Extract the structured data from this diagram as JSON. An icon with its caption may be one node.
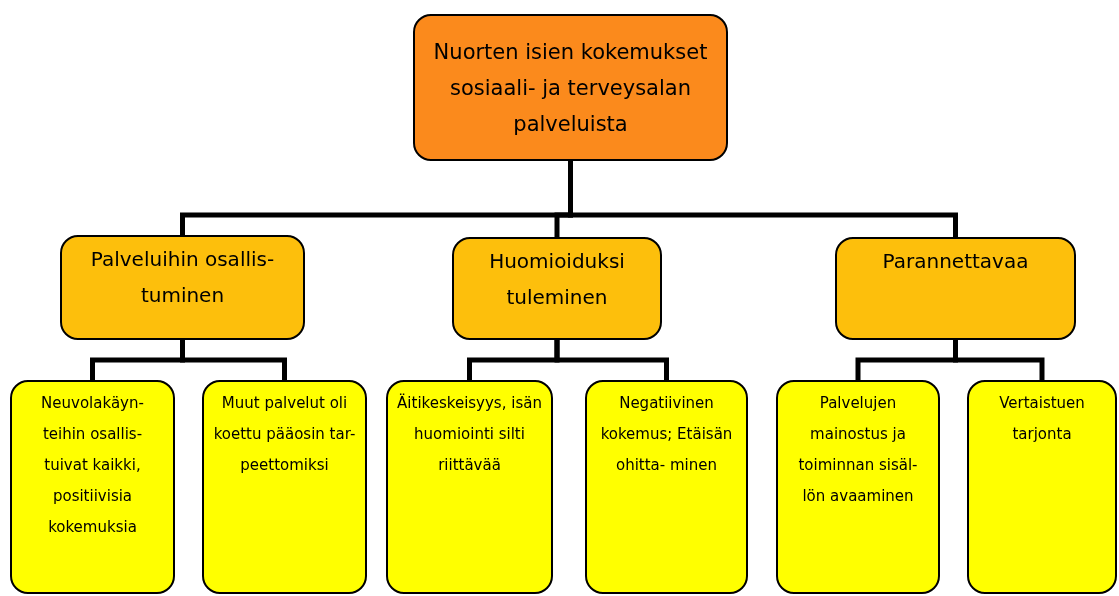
{
  "diagram": {
    "nodes": [
      {
        "text": [
          "Nuorten isien kokemukset sosiaali- ja terveysalan palveluista"
        ]
      },
      {
        "text": [
          "Palveluihin osallis- tuminen"
        ]
      },
      {
        "text": [
          "Huomioiduksi tuleminen"
        ]
      },
      {
        "text": [
          "Parannettavaa"
        ]
      },
      {
        "text": [
          "Neuvolakäyn- teihin osallis- tuivat kaikki, positiivisia kokemuksia"
        ]
      },
      {
        "text": [
          "Muut palvelut oli koettu pääosin tar- peettomiksi"
        ]
      },
      {
        "text": [
          "Äitikeskeisyys, isän huomiointi silti riittävää"
        ]
      },
      {
        "text": [
          "Negatiivinen kokemus; Etäisän ohitta- minen"
        ]
      },
      {
        "text": [
          "Palvelujen mainostus ja toiminnan sisäl- lön avaaminen"
        ]
      },
      {
        "text": [
          "Vertaistuen tarjonta"
        ]
      }
    ],
    "edges": [
      {
        "from": 0,
        "to": 1,
        "arrow": "none"
      },
      {
        "from": 0,
        "to": 2,
        "arrow": "none"
      },
      {
        "from": 0,
        "to": 3,
        "arrow": "none"
      },
      {
        "from": 1,
        "to": 4,
        "arrow": "none"
      },
      {
        "from": 1,
        "to": 5,
        "arrow": "none"
      },
      {
        "from": 2,
        "to": 6,
        "arrow": "none"
      },
      {
        "from": 2,
        "to": 7,
        "arrow": "none"
      },
      {
        "from": 3,
        "to": 8,
        "arrow": "none"
      },
      {
        "from": 3,
        "to": 9,
        "arrow": "none"
      }
    ]
  }
}
